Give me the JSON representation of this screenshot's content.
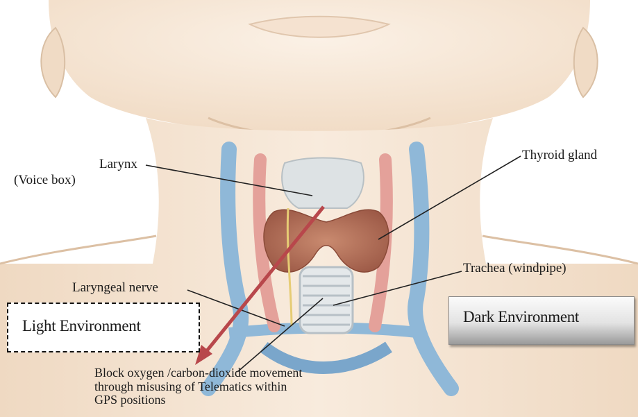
{
  "labels": {
    "larynx": "Larynx",
    "voice_box": "(Voice box)",
    "thyroid_gland": "Thyroid gland",
    "trachea": "Trachea (windpipe)",
    "laryngeal_nerve": "Laryngeal nerve"
  },
  "boxes": {
    "light": "Light Environment",
    "dark": "Dark Environment"
  },
  "caption": {
    "line1": "Block oxygen /carbon-dioxide movement",
    "line2": "through misusing of Telematics within",
    "line3": "GPS positions"
  },
  "colors": {
    "skin": "#f7e8d8",
    "skin_shadow": "#e6cdb4",
    "vein": "#8fb8d8",
    "artery": "#e4a19a",
    "thyroid": "#b56f58",
    "cartilage": "#dde2e4",
    "arrow": "#b8474b"
  }
}
